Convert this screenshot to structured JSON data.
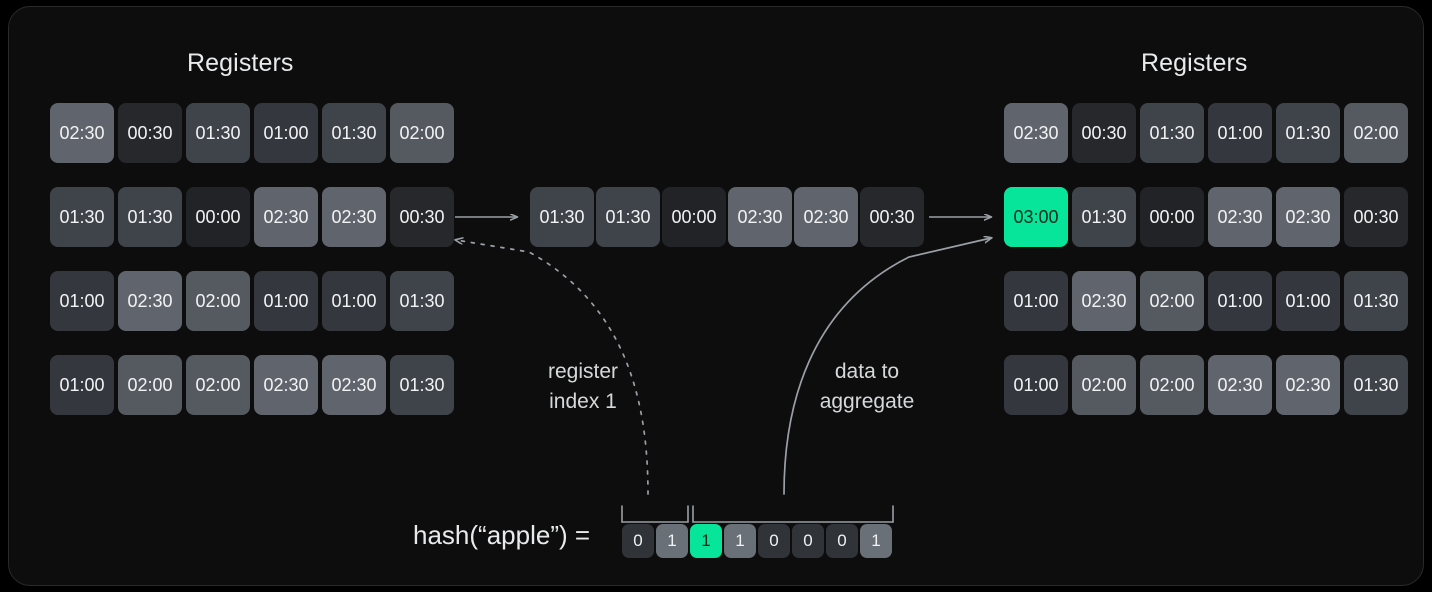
{
  "diagram": {
    "title_left": "Registers",
    "title_right": "Registers",
    "accent_color": "#07e59a",
    "background_color": "#0d0d0e"
  },
  "left_registers": {
    "label": "Registers",
    "rows": [
      [
        "02:30",
        "00:30",
        "01:30",
        "01:00",
        "01:30",
        "02:00"
      ],
      [
        "01:30",
        "01:30",
        "00:00",
        "02:30",
        "02:30",
        "00:30"
      ],
      [
        "01:00",
        "02:30",
        "02:00",
        "01:00",
        "01:00",
        "01:30"
      ],
      [
        "01:00",
        "02:00",
        "02:00",
        "02:30",
        "02:30",
        "01:30"
      ]
    ],
    "highlight": null
  },
  "right_registers": {
    "label": "Registers",
    "rows": [
      [
        "02:30",
        "00:30",
        "01:30",
        "01:00",
        "01:30",
        "02:00"
      ],
      [
        "03:00",
        "01:30",
        "00:00",
        "02:30",
        "02:30",
        "00:30"
      ],
      [
        "01:00",
        "02:30",
        "02:00",
        "01:00",
        "01:00",
        "01:30"
      ],
      [
        "01:00",
        "02:00",
        "02:00",
        "02:30",
        "02:30",
        "01:30"
      ]
    ],
    "highlight": {
      "row": 1,
      "col": 0,
      "value": "03:00"
    }
  },
  "middle_row": {
    "values": [
      "01:30",
      "01:30",
      "00:00",
      "02:30",
      "02:30",
      "00:30"
    ]
  },
  "captions": {
    "register_index": "register\nindex 1",
    "data_to_aggregate": "data to\naggregate"
  },
  "hash": {
    "label": "hash(“apple”)  =",
    "bits": [
      "0",
      "1",
      "1",
      "1",
      "0",
      "0",
      "0",
      "1"
    ],
    "bit_states": [
      "off",
      "on",
      "highlight",
      "on",
      "off",
      "off",
      "off",
      "on"
    ],
    "index_bit_count": 2,
    "data_bit_count": 6
  },
  "value_shades": {
    "00:00": "#212327",
    "00:30": "#26282c",
    "01:00": "#34383e",
    "01:30": "#3f444a",
    "02:00": "#555a61",
    "02:30": "#60656d",
    "03:00": "#07e59a"
  }
}
